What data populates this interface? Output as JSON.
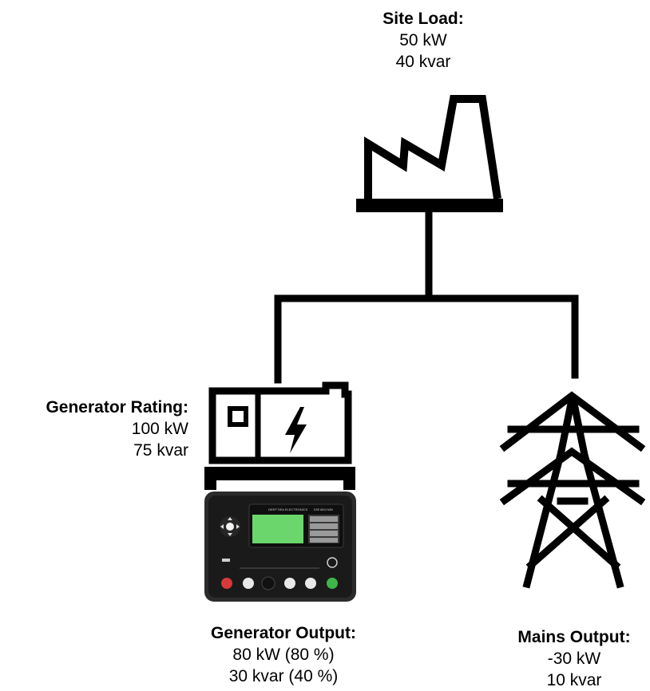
{
  "site_load": {
    "title": "Site Load:",
    "kw": "50 kW",
    "kvar": "40 kvar"
  },
  "generator_rating": {
    "title": "Generator Rating:",
    "kw": "100 kW",
    "kvar": "75 kvar"
  },
  "generator_output": {
    "title": "Generator Output:",
    "kw": "80 kW (80 %)",
    "kvar": "30 kvar (40 %)"
  },
  "mains_output": {
    "title": "Mains Output:",
    "kw": "-30 kW",
    "kvar": "10 kvar"
  },
  "controller": {
    "brand": "DEEP SEA ELECTRONICS",
    "model": "DSE 8610 MKII"
  },
  "icons": [
    "factory-icon",
    "generator-icon",
    "lightning-bolt-icon",
    "controller-icon",
    "transmission-tower-icon"
  ]
}
